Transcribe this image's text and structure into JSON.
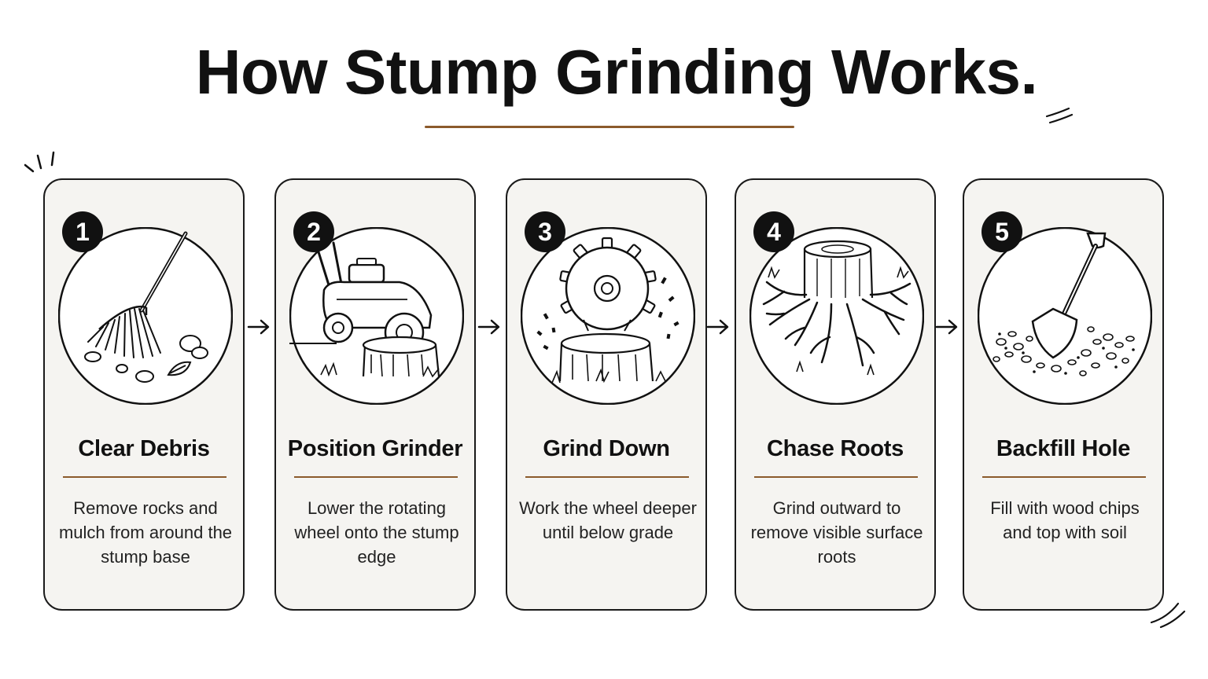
{
  "title": "How Stump Grinding Works.",
  "colors": {
    "accent": "#8b5a2b",
    "ink": "#111111",
    "card_bg": "#f5f4f1"
  },
  "steps": [
    {
      "number": "1",
      "title": "Clear Debris",
      "description": "Remove rocks and mulch from around the stump base",
      "icon": "rake-icon"
    },
    {
      "number": "2",
      "title": "Position Grinder",
      "description": "Lower the rotating wheel onto the stump edge",
      "icon": "stump-grinder-icon"
    },
    {
      "number": "3",
      "title": "Grind Down",
      "description": "Work the wheel deeper until below grade",
      "icon": "grinding-wheel-icon"
    },
    {
      "number": "4",
      "title": "Chase Roots",
      "description": "Grind outward to remove visible surface roots",
      "icon": "stump-roots-icon"
    },
    {
      "number": "5",
      "title": "Backfill Hole",
      "description": "Fill with wood chips and top with soil",
      "icon": "shovel-icon"
    }
  ]
}
